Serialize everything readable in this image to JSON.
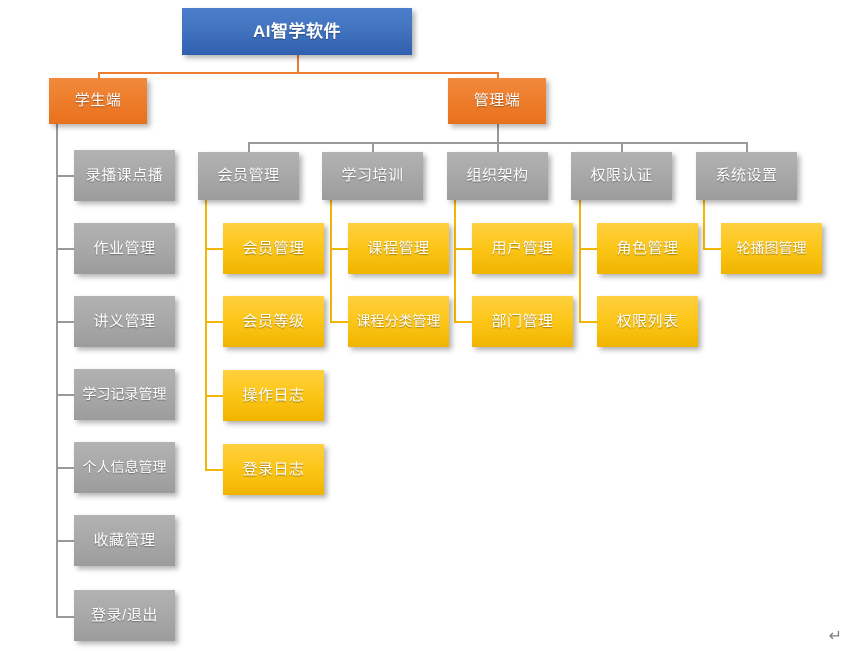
{
  "diagram": {
    "type": "organization-chart",
    "title": "AI智学软件",
    "colors": {
      "root": "#4374c0",
      "branch": "#ED7D31",
      "category": "#a8a8a8",
      "leaf": "#FCC617"
    },
    "root": {
      "label": "AI智学软件"
    },
    "branches": [
      {
        "label": "学生端"
      },
      {
        "label": "管理端"
      }
    ],
    "student_modules": [
      {
        "label": "录播课点播"
      },
      {
        "label": "作业管理"
      },
      {
        "label": "讲义管理"
      },
      {
        "label": "学习记录管理"
      },
      {
        "label": "个人信息管理"
      },
      {
        "label": "收藏管理"
      },
      {
        "label": "登录/退出"
      }
    ],
    "admin_modules": [
      {
        "label": "会员管理",
        "children": [
          {
            "label": "会员管理"
          },
          {
            "label": "会员等级"
          },
          {
            "label": "操作日志"
          },
          {
            "label": "登录日志"
          }
        ]
      },
      {
        "label": "学习培训",
        "children": [
          {
            "label": "课程管理"
          },
          {
            "label": "课程分类管理"
          }
        ]
      },
      {
        "label": "组织架构",
        "children": [
          {
            "label": "用户管理"
          },
          {
            "label": "部门管理"
          }
        ]
      },
      {
        "label": "权限认证",
        "children": [
          {
            "label": "角色管理"
          },
          {
            "label": "权限列表"
          }
        ]
      },
      {
        "label": "系统设置",
        "children": [
          {
            "label": "轮播图管理"
          }
        ]
      }
    ],
    "paragraph_mark": "↵"
  }
}
